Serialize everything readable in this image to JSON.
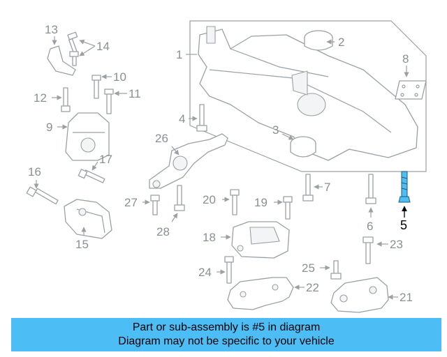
{
  "callouts": {
    "c1": "1",
    "c2": "2",
    "c3": "3",
    "c4": "4",
    "c5": "5",
    "c6": "6",
    "c7": "7",
    "c8": "8",
    "c9": "9",
    "c10": "10",
    "c11": "11",
    "c12": "12",
    "c13": "13",
    "c14": "14",
    "c15": "15",
    "c16": "16",
    "c17": "17",
    "c18": "18",
    "c19": "19",
    "c20": "20",
    "c21": "21",
    "c22": "22",
    "c23": "23",
    "c24": "24",
    "c25": "25",
    "c26": "26",
    "c27": "27",
    "c28": "28"
  },
  "highlight_color": "#4dbdf5",
  "banner": {
    "line1": "Part or sub-assembly is #5 in diagram",
    "line2": "Diagram may not be specific to your vehicle"
  }
}
